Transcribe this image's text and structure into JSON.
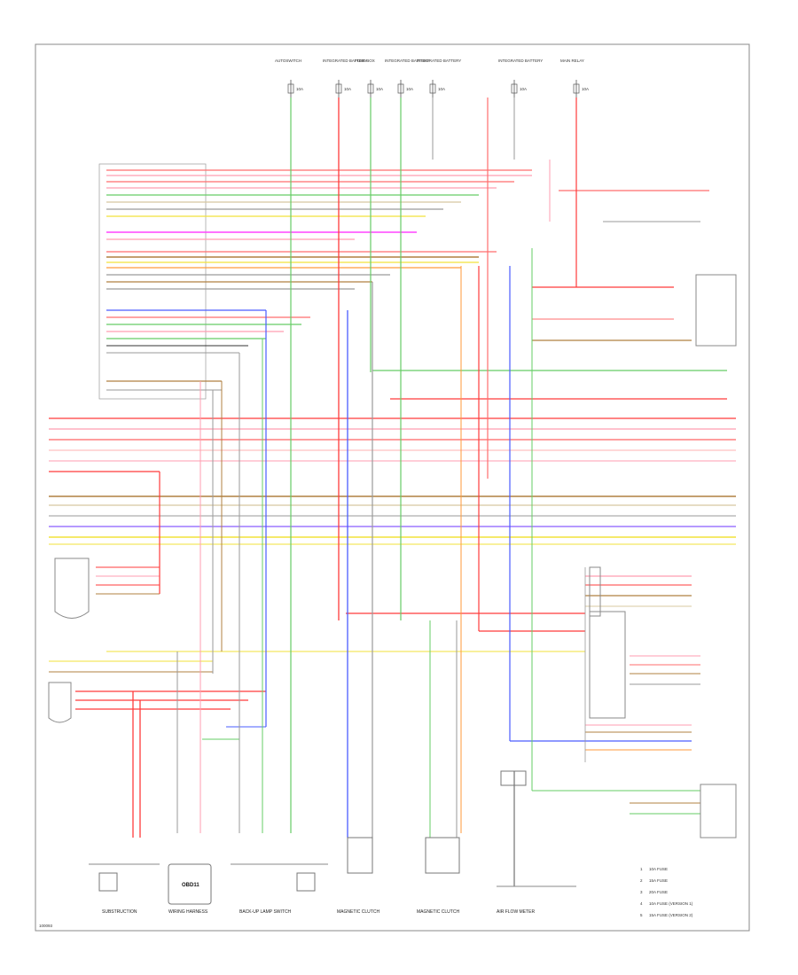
{
  "diagram": {
    "title": "",
    "page_code": "100093",
    "module_label": "OBD11",
    "top_fuses": [
      {
        "name": "AUTOSWITCH",
        "value": "10A"
      },
      {
        "name": "INTEGRATED BATTERY",
        "value": "10A"
      },
      {
        "name": "FUSE BOX",
        "value": "10A"
      },
      {
        "name": "INTEGRATED BATTERY",
        "value": "10A"
      },
      {
        "name": "INTEGRATED BATTERY",
        "value": "10A"
      },
      {
        "name": "INTEGRATED BATTERY",
        "value": "10A"
      },
      {
        "name": "MAIN RELAY",
        "value": "10A"
      }
    ],
    "wire_colors": {
      "red": "#ff3b3b",
      "pink": "#ff9db0",
      "green": "#66cc66",
      "blue": "#4a5cff",
      "magenta": "#ff44ff",
      "yellow": "#f2e23a",
      "brown": "#b08040",
      "gray": "#9a9a9a",
      "black": "#333333",
      "orange": "#ff9a3a",
      "violet": "#8a5cff",
      "tan": "#d8c8a0"
    },
    "bottom_components": [
      {
        "name": "SUBSTRUCTION"
      },
      {
        "name": "WIRING HARNESS"
      },
      {
        "name": "BACK-UP LAMP SWITCH"
      },
      {
        "name": "MAGNETIC CLUTCH"
      },
      {
        "name": "MAGNETIC CLUTCH"
      },
      {
        "name": "AIR FLOW METER"
      }
    ],
    "legend": [
      {
        "code": "1",
        "text": "10A FUSE"
      },
      {
        "code": "2",
        "text": "15A FUSE"
      },
      {
        "code": "3",
        "text": "20A FUSE"
      },
      {
        "code": "4",
        "text": "10A FUSE (VERSION 1)"
      },
      {
        "code": "5",
        "text": "15A FUSE (VERSION 2)"
      }
    ]
  }
}
